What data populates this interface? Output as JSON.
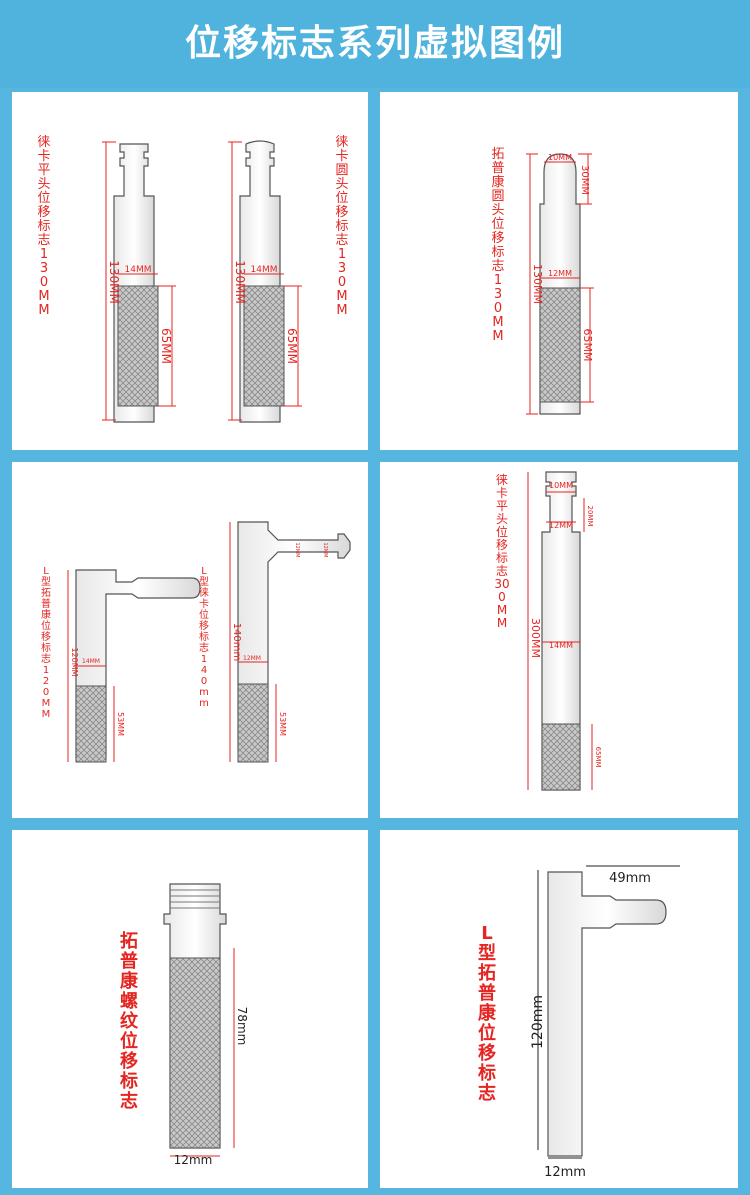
{
  "page": {
    "title": "位移标志系列虚拟图例",
    "colors": {
      "background": "#56b6df",
      "panel": "#ffffff",
      "label": "#e52521",
      "dim_line": "#e52521",
      "text": "#222222"
    }
  },
  "panels": [
    {
      "items": [
        {
          "label": "徕卡平头位移标志130MM",
          "dims": {
            "total": "130MM",
            "diameter": "14MM",
            "grip": "65MM"
          }
        },
        {
          "label": "徕卡圆头位移标志130MM",
          "dims": {
            "total": "130MM",
            "diameter": "14MM",
            "grip": "65MM"
          }
        }
      ]
    },
    {
      "items": [
        {
          "label": "拓普康圆头位移标志130MM",
          "dims": {
            "head_d": "10MM",
            "head_h": "30MM",
            "total": "130MM",
            "diameter": "12MM",
            "grip": "65MM"
          }
        }
      ]
    },
    {
      "items": [
        {
          "label": "L型拓普康位移标志120MM",
          "dims": {
            "total": "120MM",
            "diameter": "14MM",
            "grip": "53MM"
          }
        },
        {
          "label": "L型徕卡位移标志 140mm",
          "dims": {
            "arm_a": "12MM",
            "arm_b": "12MM",
            "total": "140mm",
            "diameter": "12MM",
            "grip": "53MM"
          }
        }
      ]
    },
    {
      "items": [
        {
          "label": "徕卡平头位移标志300MM",
          "dims": {
            "top_d": "10MM",
            "neck_h": "20MM",
            "neck_d": "12MM",
            "total": "300MM",
            "diameter": "14MM",
            "grip": "65MM"
          }
        }
      ]
    },
    {
      "items": [
        {
          "label": "拓普康螺纹位移标志",
          "dims": {
            "length": "78mm",
            "diameter": "12mm"
          }
        }
      ]
    },
    {
      "items": [
        {
          "label": "L型拓普康位移标志",
          "dims": {
            "arm": "49mm",
            "total": "120mm",
            "diameter": "12mm"
          }
        }
      ]
    }
  ]
}
